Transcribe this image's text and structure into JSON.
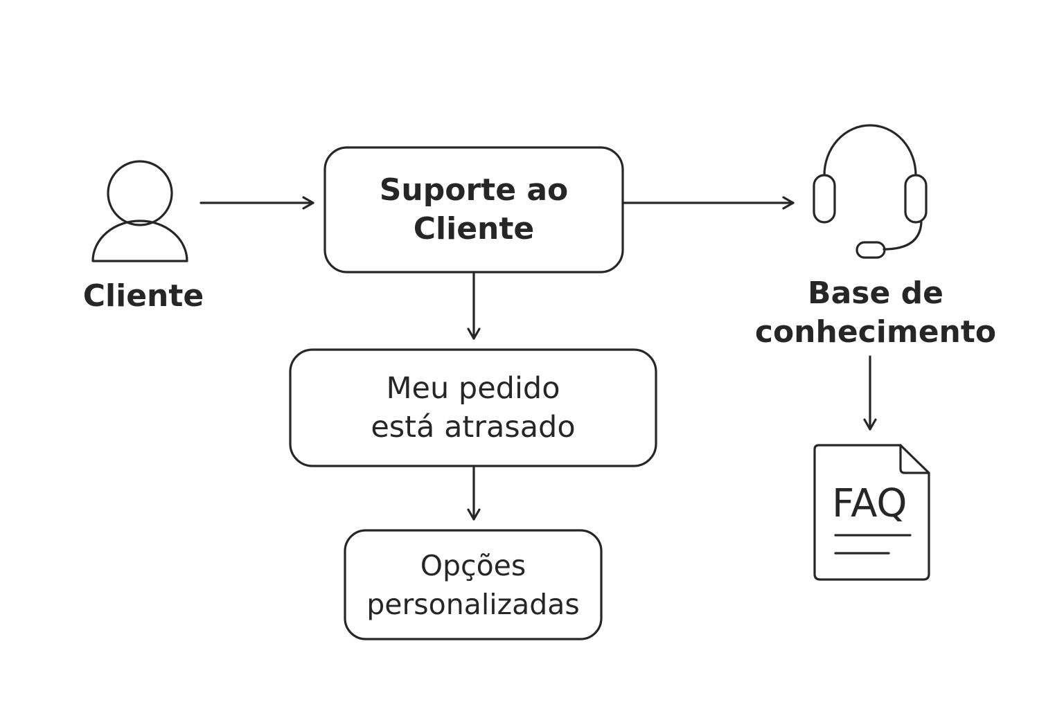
{
  "client": {
    "icon": "person-icon",
    "label": "Cliente"
  },
  "support_box": {
    "line1": "Suporte ao",
    "line2": "Cliente"
  },
  "request_box": {
    "line1": "Meu pedido",
    "line2": "está atrasado"
  },
  "options_box": {
    "line1": "Opções",
    "line2": "personalizadas"
  },
  "knowledge_base": {
    "icon": "headset-icon",
    "line1": "Base de",
    "line2": "conhecimento"
  },
  "faq_document": {
    "icon": "document-icon",
    "text": "FAQ"
  }
}
